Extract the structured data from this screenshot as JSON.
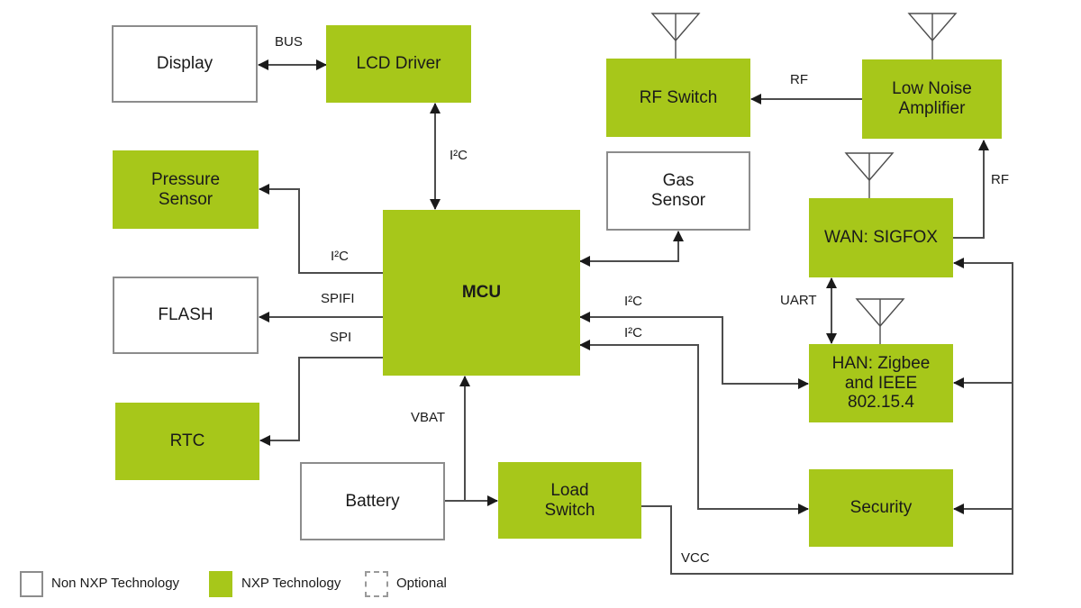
{
  "diagram": {
    "kind": "technology-block-diagram",
    "blocks": {
      "display": {
        "label": "Display",
        "type": "non-nxp"
      },
      "lcd_driver": {
        "label": "LCD Driver",
        "type": "nxp"
      },
      "pressure_sensor": {
        "label": "Pressure\nSensor",
        "type": "nxp"
      },
      "flash": {
        "label": "FLASH",
        "type": "non-nxp"
      },
      "rtc": {
        "label": "RTC",
        "type": "nxp"
      },
      "mcu": {
        "label": "MCU",
        "type": "nxp"
      },
      "gas_sensor": {
        "label": "Gas\nSensor",
        "type": "non-nxp"
      },
      "rf_switch": {
        "label": "RF Switch",
        "type": "nxp"
      },
      "low_noise_amplifier": {
        "label": "Low Noise\nAmplifier",
        "type": "nxp"
      },
      "wan_sigfox": {
        "label": "WAN: SIGFOX",
        "type": "nxp"
      },
      "han_zigbee": {
        "label": "HAN: Zigbee\nand IEEE\n802.15.4",
        "type": "nxp"
      },
      "security": {
        "label": "Security",
        "type": "nxp"
      },
      "battery": {
        "label": "Battery",
        "type": "non-nxp"
      },
      "load_switch": {
        "label": "Load\nSwitch",
        "type": "nxp"
      }
    },
    "bus_labels": {
      "bus": "BUS",
      "i2c_lcd": "I²C",
      "i2c_pressure": "I²C",
      "spifi": "SPIFI",
      "spi": "SPI",
      "i2c_han": "I²C",
      "i2c_security": "I²C",
      "uart": "UART",
      "rf_lna_to_switch": "RF",
      "rf_wan_to_lna": "RF",
      "vbat": "VBAT",
      "vcc": "VCC"
    },
    "legend": {
      "non_nxp": "Non NXP Technology",
      "nxp": "NXP Technology",
      "optional": "Optional"
    },
    "colors": {
      "nxp_green": "#a7c71a",
      "line": "#4d4d4d",
      "non_nxp_border": "#8c8c8c"
    }
  }
}
